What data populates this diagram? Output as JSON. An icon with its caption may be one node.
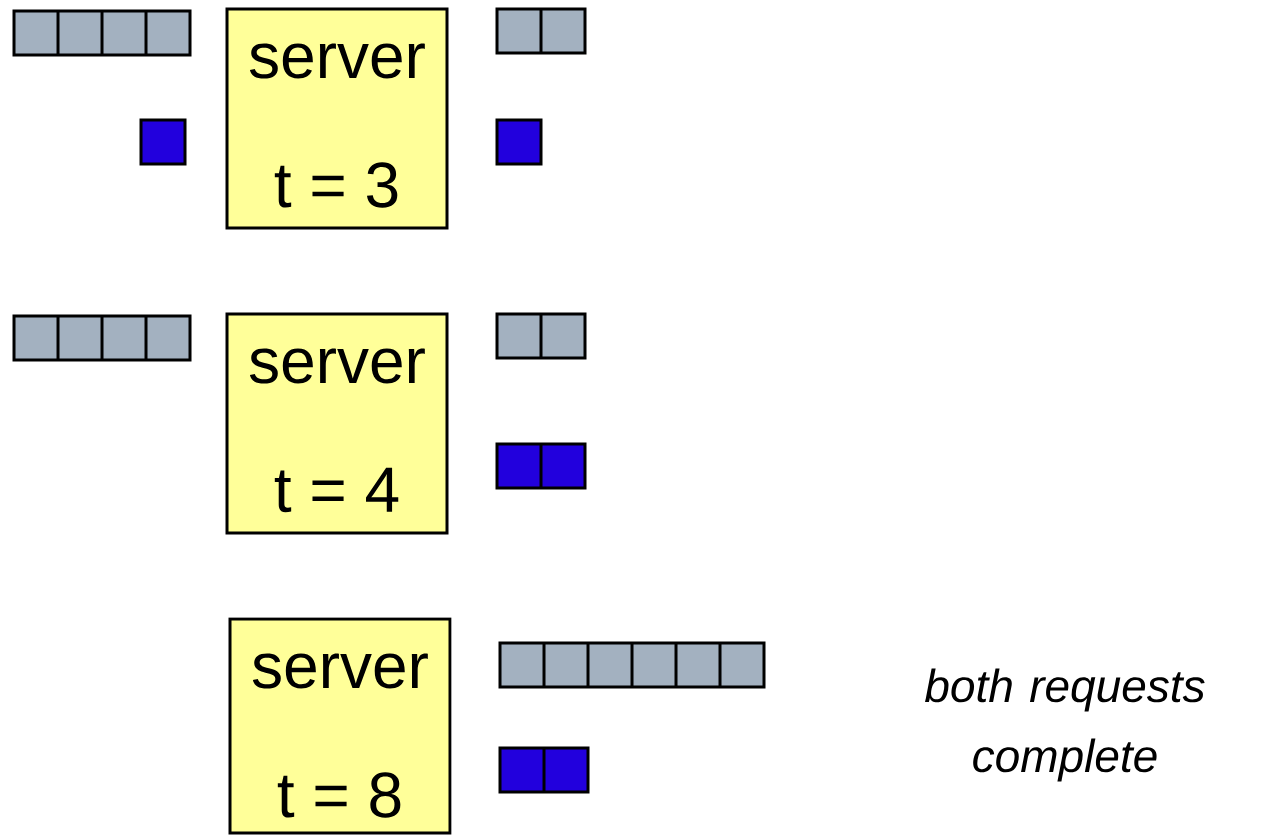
{
  "diagram": {
    "nodes": [
      {
        "text": [
          "server",
          "t = 3"
        ]
      },
      {
        "text": [
          "server",
          "t = 4"
        ]
      },
      {
        "text": [
          "server",
          "t = 8"
        ]
      }
    ],
    "labels": [
      "both requests complete"
    ]
  }
}
